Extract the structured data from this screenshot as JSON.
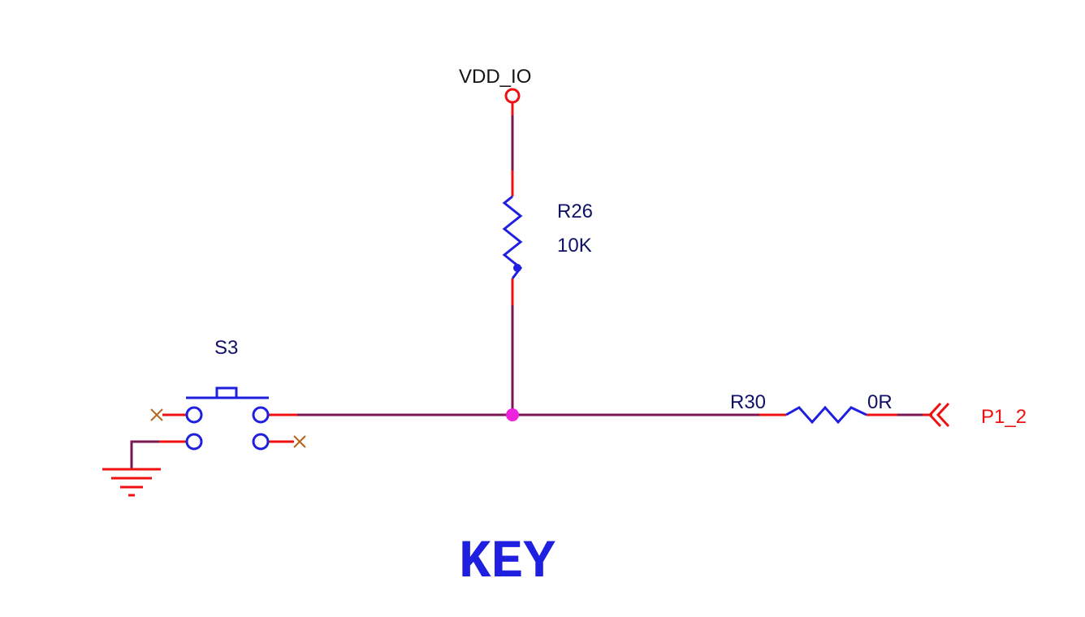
{
  "colors": {
    "background": "#ffffff",
    "wire": "#7a1650",
    "pin": "#ee1111",
    "component": "#1f1fe0",
    "junction": "#ee22dd",
    "text_dark": "#141414",
    "text_navy": "#101066",
    "text_red": "#ee1111",
    "title": "#1f1fe0",
    "no_connect": "#b5651d"
  },
  "labels": {
    "power": "VDD_IO",
    "r26_ref": "R26",
    "r26_val": "10K",
    "switch_ref": "S3",
    "r30_ref": "R30",
    "r30_val": "0R",
    "port": "P1_2",
    "title": "KEY"
  },
  "symbols": {
    "power_port": "power-port-circle",
    "ground": "ground-symbol",
    "port": "off-sheet-connector-double-chevron",
    "no_connect": "no-connect-x"
  }
}
